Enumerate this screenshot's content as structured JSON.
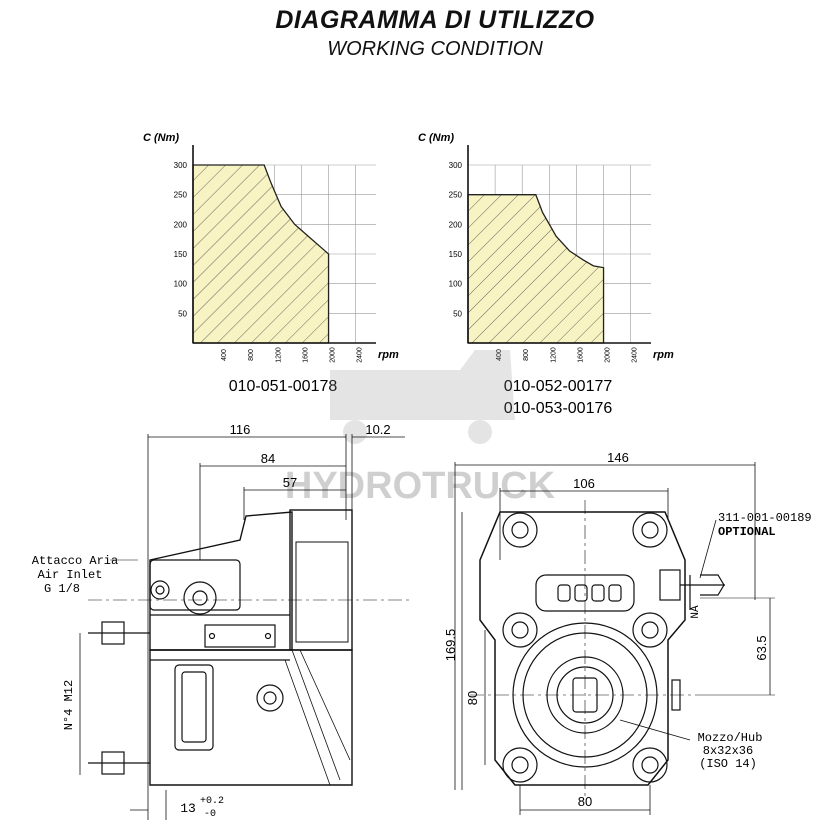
{
  "header": {
    "title": "DIAGRAMMA DI UTILIZZO",
    "subtitle": "WORKING CONDITION"
  },
  "chart_data": [
    {
      "type": "area",
      "ylabel": "C (Nm)",
      "xlabel": "rpm",
      "x_ticks": [
        "400",
        "800",
        "1200",
        "1600",
        "2000",
        "2400"
      ],
      "y_ticks": [
        "50",
        "100",
        "150",
        "200",
        "250",
        "300"
      ],
      "xlim": [
        0,
        2700
      ],
      "ylim": [
        0,
        300
      ],
      "grid": true,
      "series": [
        {
          "x": [
            0,
            1050,
            1150,
            1300,
            1500,
            1700,
            1900,
            2000
          ],
          "y": [
            300,
            300,
            270,
            230,
            200,
            180,
            160,
            150
          ]
        }
      ],
      "part_numbers": [
        "010-051-00178"
      ]
    },
    {
      "type": "area",
      "ylabel": "C (Nm)",
      "xlabel": "rpm",
      "x_ticks": [
        "400",
        "800",
        "1200",
        "1600",
        "2000",
        "2400"
      ],
      "y_ticks": [
        "50",
        "100",
        "150",
        "200",
        "250",
        "300"
      ],
      "xlim": [
        0,
        2700
      ],
      "ylim": [
        0,
        300
      ],
      "grid": true,
      "series": [
        {
          "x": [
            0,
            1000,
            1100,
            1300,
            1500,
            1700,
            1850,
            2000
          ],
          "y": [
            250,
            250,
            220,
            180,
            155,
            140,
            130,
            127
          ]
        }
      ],
      "part_numbers": [
        "010-052-00177",
        "010-053-00176"
      ]
    }
  ],
  "drawing": {
    "watermark": "HYDROTRUCK",
    "side_view": {
      "dim_116": "116",
      "dim_10_2": "10.2",
      "dim_84": "84",
      "dim_57": "57",
      "dim_13": "13",
      "tol_plus": "+0.2",
      "tol_minus": "-0",
      "bolt_label": "N°4 M12",
      "air_inlet_it": "Attacco Aria",
      "air_inlet_en": "Air Inlet",
      "air_inlet_thread": "G 1/8"
    },
    "front_view": {
      "dim_146": "146",
      "dim_106": "106",
      "dim_169_5": "169.5",
      "dim_80_v": "80",
      "dim_80_h": "80",
      "dim_63_5": "63.5",
      "optional_code": "311-001-00189",
      "optional_label": "OPTIONAL",
      "valve_label": "NA",
      "hub_it_en": "Mozzo/Hub",
      "hub_spec": "8x32x36",
      "hub_std": "(ISO 14)"
    }
  }
}
